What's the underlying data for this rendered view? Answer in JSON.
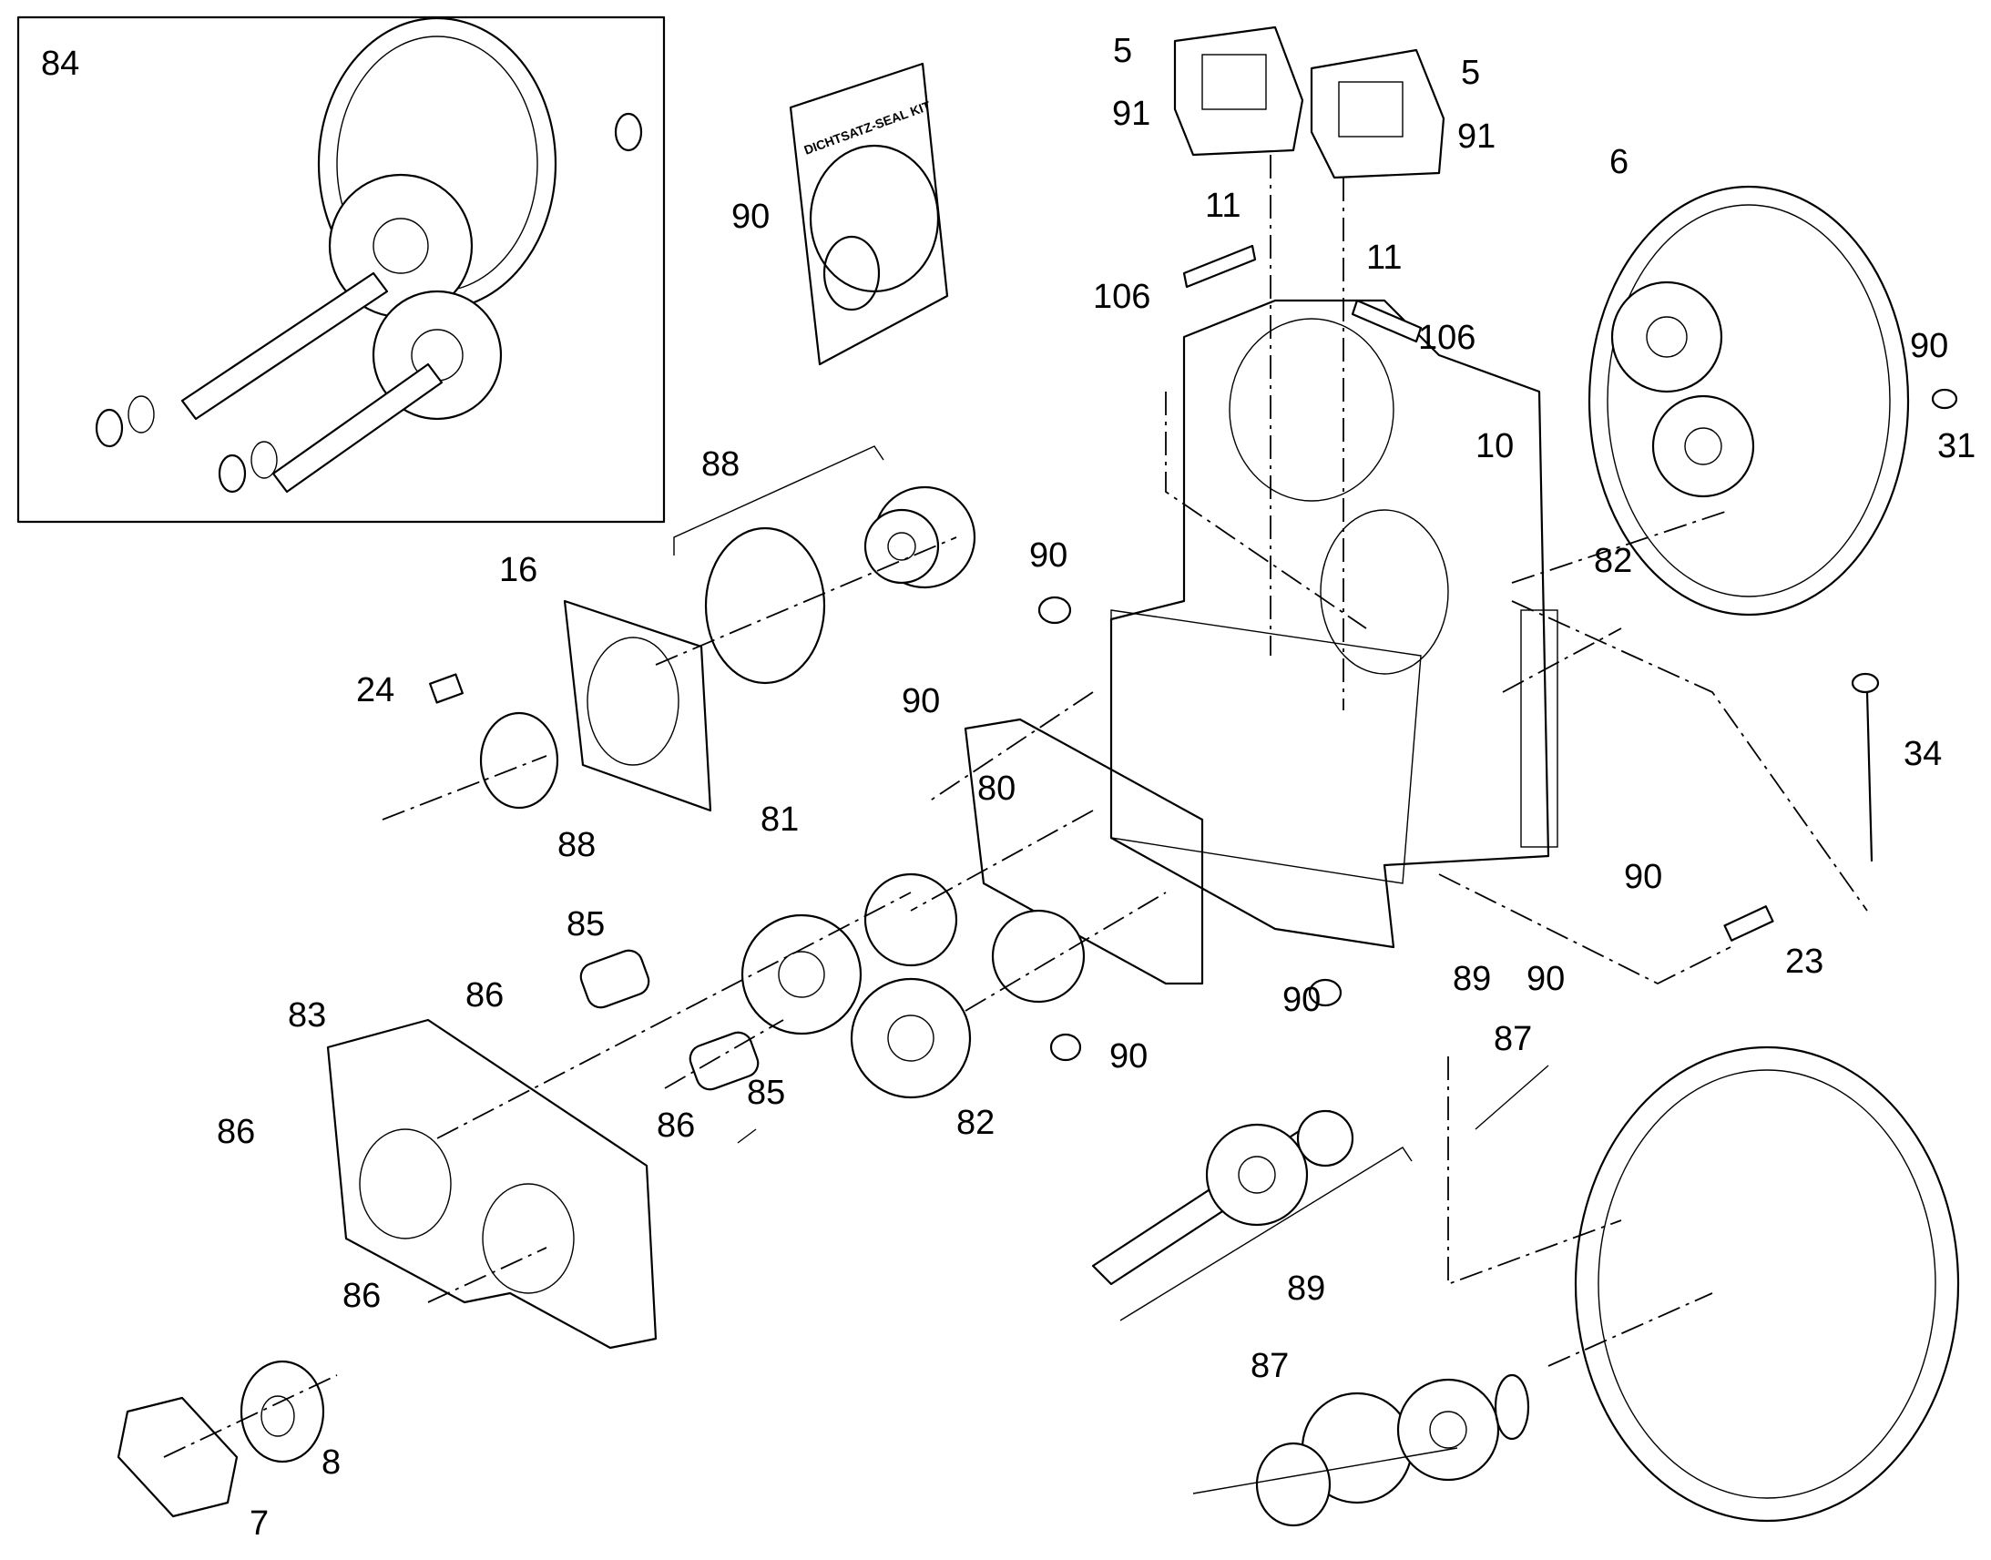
{
  "kit_label": "DICHTSATZ-SEAL KIT",
  "callouts": [
    {
      "label": "84"
    },
    {
      "label": "90"
    },
    {
      "label": "5"
    },
    {
      "label": "91"
    },
    {
      "label": "5"
    },
    {
      "label": "91"
    },
    {
      "label": "11"
    },
    {
      "label": "106"
    },
    {
      "label": "11"
    },
    {
      "label": "106"
    },
    {
      "label": "6"
    },
    {
      "label": "90"
    },
    {
      "label": "31"
    },
    {
      "label": "10"
    },
    {
      "label": "82"
    },
    {
      "label": "88"
    },
    {
      "label": "16"
    },
    {
      "label": "90"
    },
    {
      "label": "24"
    },
    {
      "label": "88"
    },
    {
      "label": "90"
    },
    {
      "label": "80"
    },
    {
      "label": "34"
    },
    {
      "label": "81"
    },
    {
      "label": "90"
    },
    {
      "label": "85"
    },
    {
      "label": "86"
    },
    {
      "label": "83"
    },
    {
      "label": "23"
    },
    {
      "label": "89"
    },
    {
      "label": "90"
    },
    {
      "label": "90"
    },
    {
      "label": "90"
    },
    {
      "label": "87"
    },
    {
      "label": "85"
    },
    {
      "label": "82"
    },
    {
      "label": "86"
    },
    {
      "label": "86"
    },
    {
      "label": "89"
    },
    {
      "label": "86"
    },
    {
      "label": "87"
    },
    {
      "label": "8"
    },
    {
      "label": "7"
    }
  ]
}
